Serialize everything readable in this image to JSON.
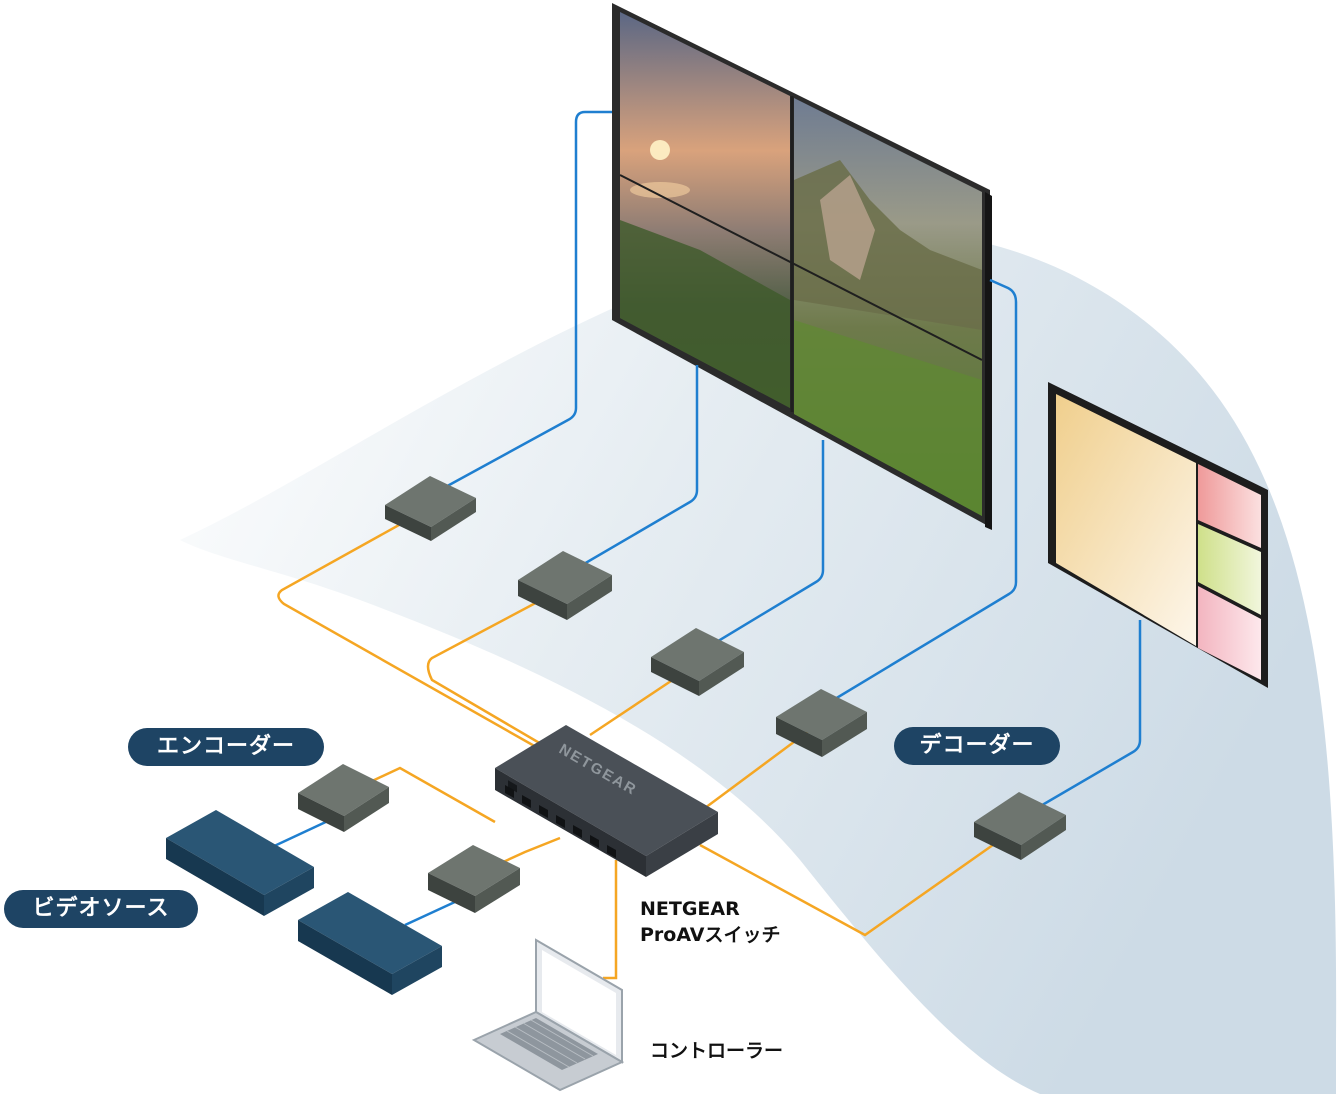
{
  "labels": {
    "encoder": "エンコーダー",
    "decoder": "デコーダー",
    "video_source": "ビデオソース",
    "switch_line1": "NETGEAR",
    "switch_line2": "ProAVスイッチ",
    "controller": "コントローラー",
    "switch_brand": "NETGEAR"
  },
  "colors": {
    "network_cable": "#f5a623",
    "video_cable": "#1f7fd0",
    "pill_bg": "#1e4464",
    "background_blob": "#d3dfe8",
    "box": "#5f6660",
    "switch": "#3a3f45",
    "video_source": "#234a66"
  },
  "icons": [
    "video-wall-icon",
    "display-icon",
    "network-switch-icon",
    "encoder-box-icon",
    "decoder-box-icon",
    "media-player-icon",
    "laptop-icon"
  ]
}
